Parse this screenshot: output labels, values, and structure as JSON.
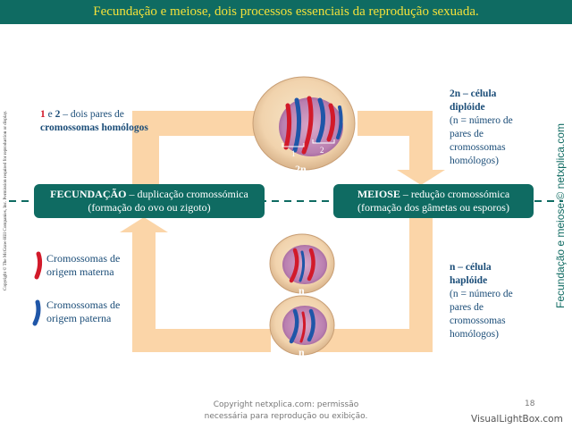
{
  "title": "Fecundação e meiose, dois processos essenciais da reprodução sexuada.",
  "left_top_text": {
    "num1": "1",
    "e": "e",
    "num2": "2",
    "rest": "– dois pares de",
    "bold": "cromossomas homólogos"
  },
  "right_top_text": {
    "head": "2n – célula diplóide",
    "body": "(n = número de pares de cromossomas homólogos)"
  },
  "right_bottom_text": {
    "head": "n – célula haplóide",
    "body": "(n = número de pares de cromossomas homólogos)"
  },
  "fecundacao_box": {
    "bold": "FECUNDAÇÃO",
    "line1_rest": " – duplicação cromossómica",
    "line2": "(formação do ovo ou zigoto)"
  },
  "meiose_box": {
    "bold": "MEIOSE",
    "line1_rest": " – redução cromossómica",
    "line2": "(formação dos gâmetas ou esporos)"
  },
  "legend": {
    "maternal": "Cromossomas de origem materna",
    "paternal": "Cromossomas de origem paterna"
  },
  "cell_labels": {
    "diploid": "2n",
    "haploid_top": "n",
    "haploid_bottom": "n",
    "pair1": "1",
    "pair2": "2"
  },
  "side_copyright": "Copyright © The McGraw-Hill Companies, Inc. Permission required for reproduction or display.",
  "side_right": "Fecundação e meiose © netxplica.com",
  "footer": {
    "line1": "Copyright netxplica.com: permissão",
    "line2": "necessária para reprodução ou exibição.",
    "page": "18"
  },
  "watermark": "VisualLightBox.com",
  "colors": {
    "title_bg": "#0f6b62",
    "title_text": "#f2e03a",
    "box_bg": "#0f6b62",
    "arrow": "#fbd5a8",
    "maternal": "#d21a2a",
    "paternal": "#1f56a8"
  }
}
